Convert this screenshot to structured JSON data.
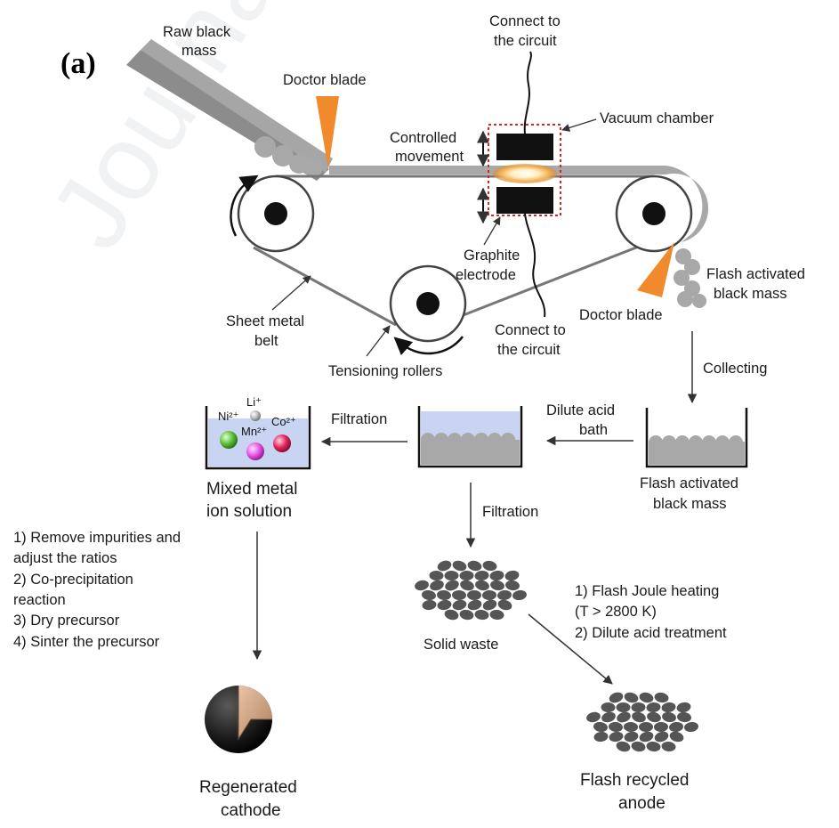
{
  "panel_label": "(a)",
  "watermark": "Journal",
  "labels": {
    "raw_black_mass": [
      "Raw black",
      "mass"
    ],
    "doctor_blade_top": "Doctor blade",
    "connect_top": [
      "Connect to",
      "the circuit"
    ],
    "vacuum_chamber": "Vacuum chamber",
    "controlled_movement": [
      "Controlled",
      "movement"
    ],
    "graphite_electrode": [
      "Graphite",
      "electrode"
    ],
    "flash_activated_right": [
      "Flash activated",
      "black mass"
    ],
    "doctor_blade_bottom": "Doctor blade",
    "connect_bottom": [
      "Connect to",
      "the circuit"
    ],
    "sheet_metal_belt": [
      "Sheet metal",
      "belt"
    ],
    "tensioning_rollers": "Tensioning rollers",
    "collecting": "Collecting",
    "dilute_acid_bath": [
      "Dilute acid",
      "bath"
    ],
    "filtration_left": "Filtration",
    "filtration_down": "Filtration",
    "flash_activated_bottom": [
      "Flash activated",
      "black mass"
    ],
    "mixed_metal": [
      "Mixed metal",
      "ion solution"
    ],
    "solid_waste": "Solid waste",
    "regenerated_cathode": [
      "Regenerated",
      "cathode"
    ],
    "flash_recycled_anode": [
      "Flash recycled",
      "anode"
    ]
  },
  "ions": {
    "li": "Li⁺",
    "ni": "Ni²⁺",
    "mn": "Mn²⁺",
    "co": "Co²⁺"
  },
  "cathode_steps": [
    "1)  Remove impurities and",
    "      adjust the ratios",
    "2)  Co-precipitation",
    "      reaction",
    "3)  Dry precursor",
    "4)  Sinter the precursor"
  ],
  "anode_steps": [
    "1)  Flash Joule heating",
    "      (T > 2800 K)",
    "2)  Dilute acid treatment"
  ],
  "colors": {
    "blade": "#f08a2c",
    "mass_gray": "#a8a8a8",
    "liquid_blue": "#c8d4f2",
    "particle_dark": "#555555",
    "chamber_border": "#dd2222"
  }
}
